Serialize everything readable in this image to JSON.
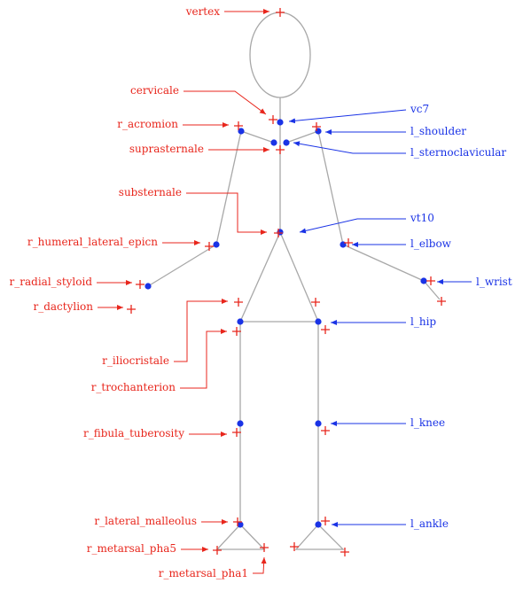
{
  "colors": {
    "landmark_red": "#e8261c",
    "joint_blue": "#1a33e6",
    "skeleton_gray": "#a8a8a8"
  },
  "labels": {
    "vertex": "vertex",
    "cervicale": "cervicale",
    "r_acromion": "r_acromion",
    "suprasternale": "suprasternale",
    "substernale": "substernale",
    "r_humeral_lateral_epicn": "r_humeral_lateral_epicn",
    "r_radial_styloid": "r_radial_styloid",
    "r_dactylion": "r_dactylion",
    "r_iliocristale": "r_iliocristale",
    "r_trochanterion": "r_trochanterion",
    "r_fibula_tuberosity": "r_fibula_tuberosity",
    "r_lateral_malleolus": "r_lateral_malleolus",
    "r_metarsal_pha5": "r_metarsal_pha5",
    "r_metarsal_pha1": "r_metarsal_pha1",
    "vc7": "vc7",
    "l_shoulder": "l_shoulder",
    "l_sternoclavicular": "l_sternoclavicular",
    "vt10": "vt10",
    "l_elbow": "l_elbow",
    "l_wrist": "l_wrist",
    "l_hip": "l_hip",
    "l_knee": "l_knee",
    "l_ankle": "l_ankle"
  }
}
